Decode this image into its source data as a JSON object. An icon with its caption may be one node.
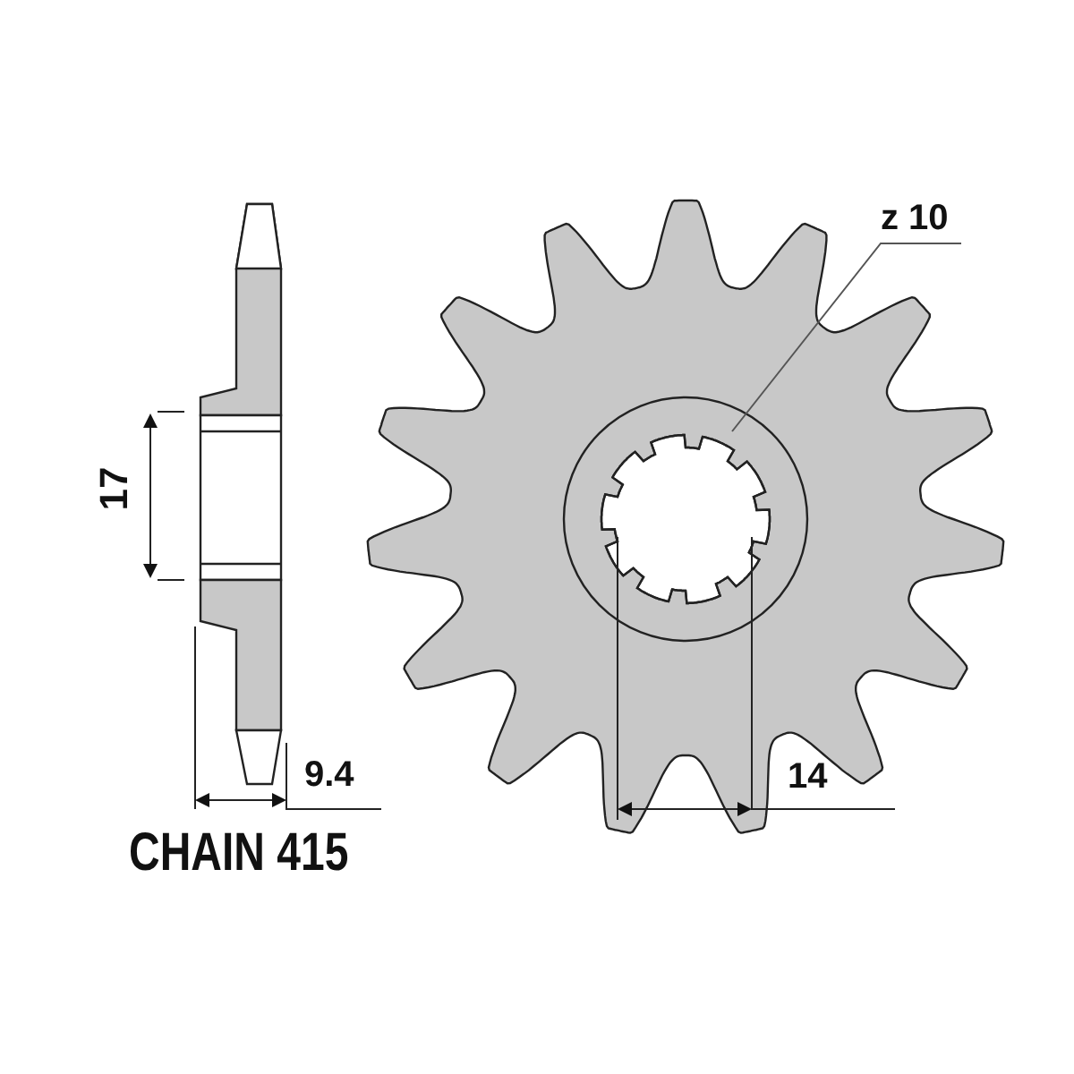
{
  "diagram": {
    "nodes": [
      {
        "text": [
          "z 10"
        ]
      },
      {
        "text": [],
        "shape": "picture"
      }
    ],
    "edges": [
      {
        "from": 0,
        "to": 1,
        "arrow": "none"
      }
    ],
    "labels": [
      "17",
      "9.4",
      "CHAIN 415",
      "14"
    ]
  }
}
